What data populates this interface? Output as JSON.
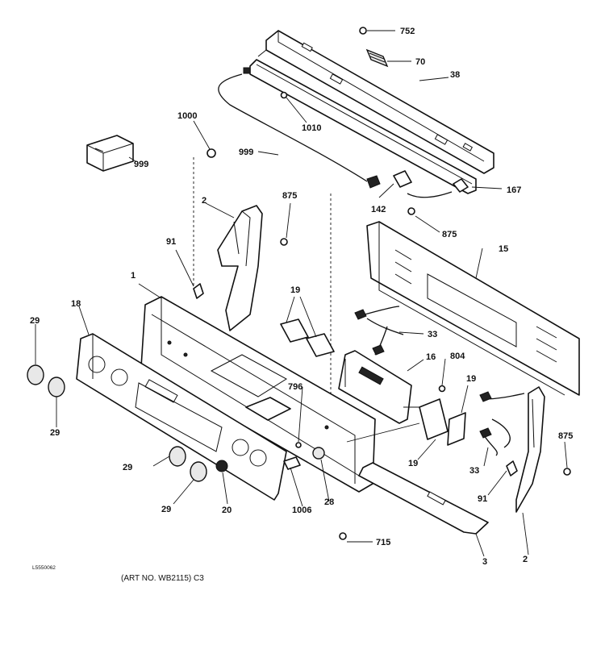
{
  "callouts": [
    {
      "id": "c752",
      "text": "752"
    },
    {
      "id": "c70",
      "text": "70"
    },
    {
      "id": "c38",
      "text": "38"
    },
    {
      "id": "c1010",
      "text": "1010"
    },
    {
      "id": "c1000",
      "text": "1000"
    },
    {
      "id": "c999a",
      "text": "999"
    },
    {
      "id": "c999b",
      "text": "999"
    },
    {
      "id": "c167",
      "text": "167"
    },
    {
      "id": "c142",
      "text": "142"
    },
    {
      "id": "c875a",
      "text": "875"
    },
    {
      "id": "c875b",
      "text": "875"
    },
    {
      "id": "c2a",
      "text": "2"
    },
    {
      "id": "c91a",
      "text": "91"
    },
    {
      "id": "c15",
      "text": "15"
    },
    {
      "id": "c1",
      "text": "1"
    },
    {
      "id": "c18",
      "text": "18"
    },
    {
      "id": "c19a",
      "text": "19"
    },
    {
      "id": "c33a",
      "text": "33"
    },
    {
      "id": "c16",
      "text": "16"
    },
    {
      "id": "c804",
      "text": "804"
    },
    {
      "id": "c29a",
      "text": "29"
    },
    {
      "id": "c29b",
      "text": "29"
    },
    {
      "id": "c796",
      "text": "796"
    },
    {
      "id": "c19b",
      "text": "19"
    },
    {
      "id": "c19c",
      "text": "19"
    },
    {
      "id": "c875c",
      "text": "875"
    },
    {
      "id": "c33b",
      "text": "33"
    },
    {
      "id": "c29c",
      "text": "29"
    },
    {
      "id": "c29d",
      "text": "29"
    },
    {
      "id": "c20",
      "text": "20"
    },
    {
      "id": "c1006",
      "text": "1006"
    },
    {
      "id": "c28",
      "text": "28"
    },
    {
      "id": "c91b",
      "text": "91"
    },
    {
      "id": "c715",
      "text": "715"
    },
    {
      "id": "c3",
      "text": "3"
    },
    {
      "id": "c2b",
      "text": "2"
    }
  ],
  "drawing_code": "L5550062",
  "art_note": "(ART NO. WB2115) C3"
}
